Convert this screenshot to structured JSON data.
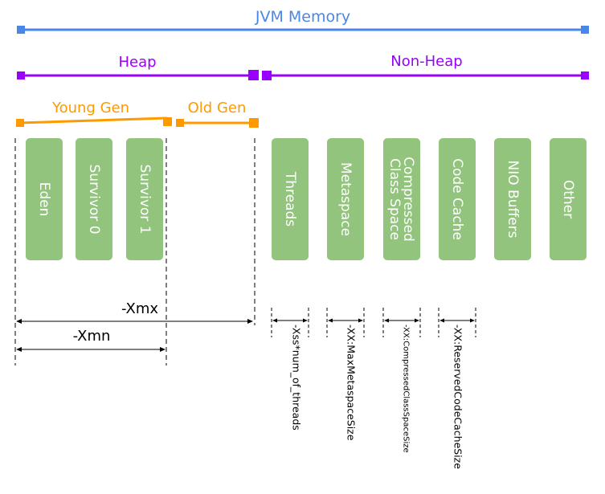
{
  "title": "JVM Memory",
  "groups": {
    "heap": "Heap",
    "non_heap": "Non-Heap",
    "young_gen": "Young Gen",
    "old_gen": "Old Gen"
  },
  "heap_regions": [
    "Eden",
    "Survivor 0",
    "Survivor 1"
  ],
  "non_heap_regions": {
    "threads": "Threads",
    "metaspace": "Metaspace",
    "compressed_line1": "Compressed",
    "compressed_line2": "Class Space",
    "code_cache": "Code Cache",
    "nio_buffers": "NIO Buffers",
    "other": "Other"
  },
  "sizing_flags": {
    "xmx": "-Xmx",
    "xmn": "-Xmn",
    "threads": "-Xss*num_of_threads",
    "metaspace": "-XX:MaxMetaspaceSize",
    "compressed_class_space": "-XX:CompressedClassSpaceSize",
    "code_cache": "-XX:ReservedCodeCacheSize"
  },
  "colors": {
    "jvm": "#4a86e8",
    "heap": "#9900ff",
    "gen": "#ff9900",
    "box": "#93c47d",
    "box_text": "#ffffff",
    "guide": "#000000"
  }
}
